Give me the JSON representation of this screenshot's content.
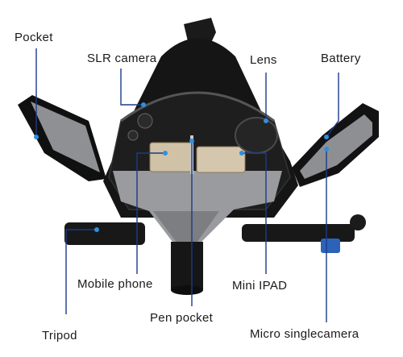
{
  "callouts": {
    "pocket": "Pocket",
    "slr_camera": "SLR camera",
    "lens": "Lens",
    "battery": "Battery",
    "mobile_phone": "Mobile phone",
    "mini_ipad": "Mini IPAD",
    "pen_pocket": "Pen pocket",
    "tripod": "Tripod",
    "micro_single_camera": "Micro singlecamera"
  },
  "colors": {
    "bag_body": "#141414",
    "lining": "#9a9b9e",
    "leader_line": "#1b3a8a",
    "marker": "#2f8fe0"
  }
}
